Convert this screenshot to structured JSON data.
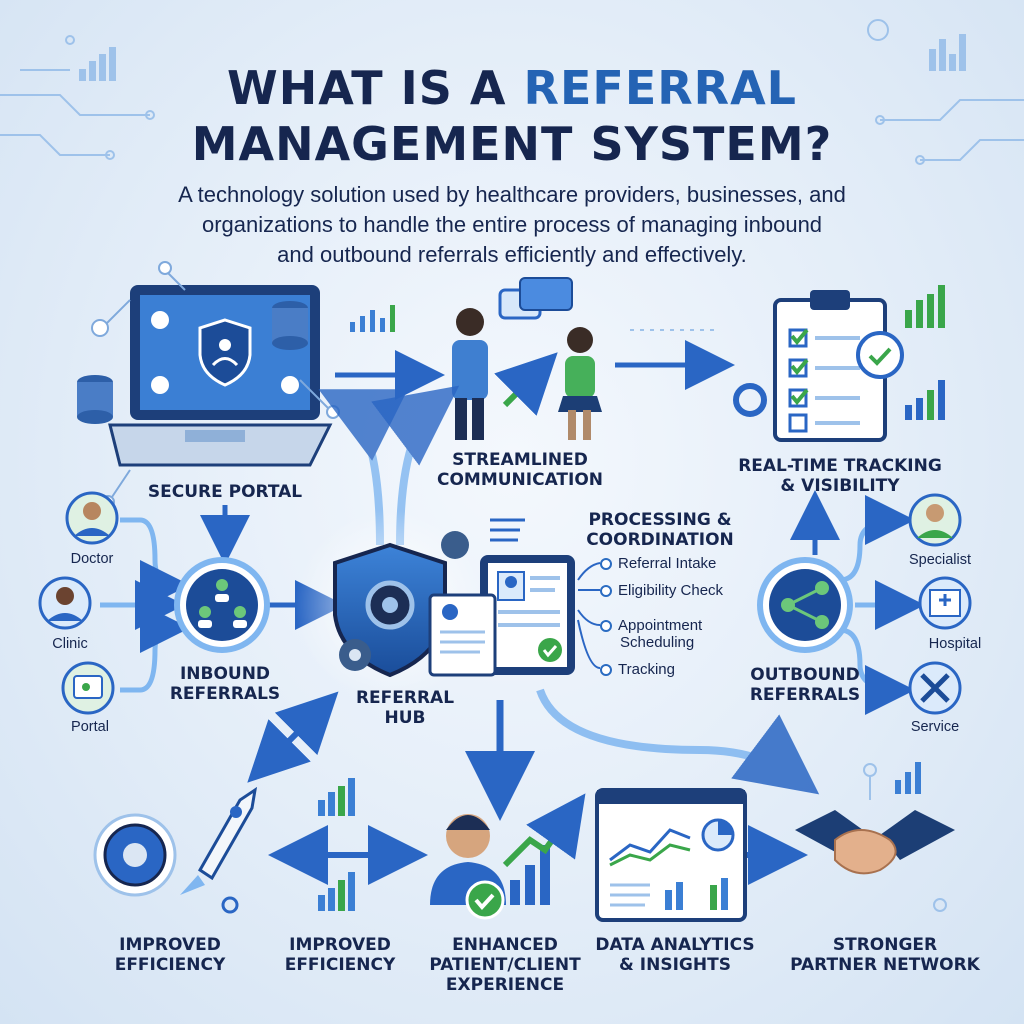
{
  "title": {
    "line1_prefix": "WHAT IS A ",
    "line1_accent": "REFERRAL",
    "line2": "MANAGEMENT SYSTEM?"
  },
  "subtitle": {
    "line1": "A technology solution used by healthcare providers, businesses, and",
    "line2": "organizations to handle the entire process of managing inbound",
    "line3": "and outbound referrals efficiently and effectively."
  },
  "nodes": {
    "secure_portal": "SECURE PORTAL",
    "streamlined_line1": "STREAMLINED",
    "streamlined_line2": "COMMUNICATION",
    "tracking_line1": "REAL-TIME TRACKING",
    "tracking_line2": "& VISIBILITY",
    "inbound_line1": "INBOUND",
    "inbound_line2": "REFERRALS",
    "hub_line1": "REFERRAL",
    "hub_line2": "HUB",
    "outbound_line1": "OUTBOUND",
    "outbound_line2": "REFERRALS",
    "processing_line1": "PROCESSING &",
    "processing_line2": "COORDINATION"
  },
  "processing_items": [
    "Referral Intake",
    "Eligibility Check",
    "Appointment",
    "Scheduling",
    "Tracking"
  ],
  "inbound_sources": [
    "Doctor",
    "Clinic",
    "Portal"
  ],
  "outbound_targets": [
    "Specialist",
    "Hospital",
    "Service"
  ],
  "benefits": {
    "b1_line1": "IMPROVED",
    "b1_line2": "EFFICIENCY",
    "b2_line1": "IMPROVED",
    "b2_line2": "EFFICIENCY",
    "b3_line1": "ENHANCED",
    "b3_line2": "PATIENT/CLIENT",
    "b3_line3": "EXPERIENCE",
    "b4_line1": "DATA ANALYTICS",
    "b4_line2": "& INSIGHTS",
    "b5_line1": "STRONGER",
    "b5_line2": "PARTNER NETWORK"
  },
  "colors": {
    "navy": "#16264f",
    "accent": "#2463b4",
    "green": "#3aa64a",
    "light_blue": "#7fb6f0"
  }
}
